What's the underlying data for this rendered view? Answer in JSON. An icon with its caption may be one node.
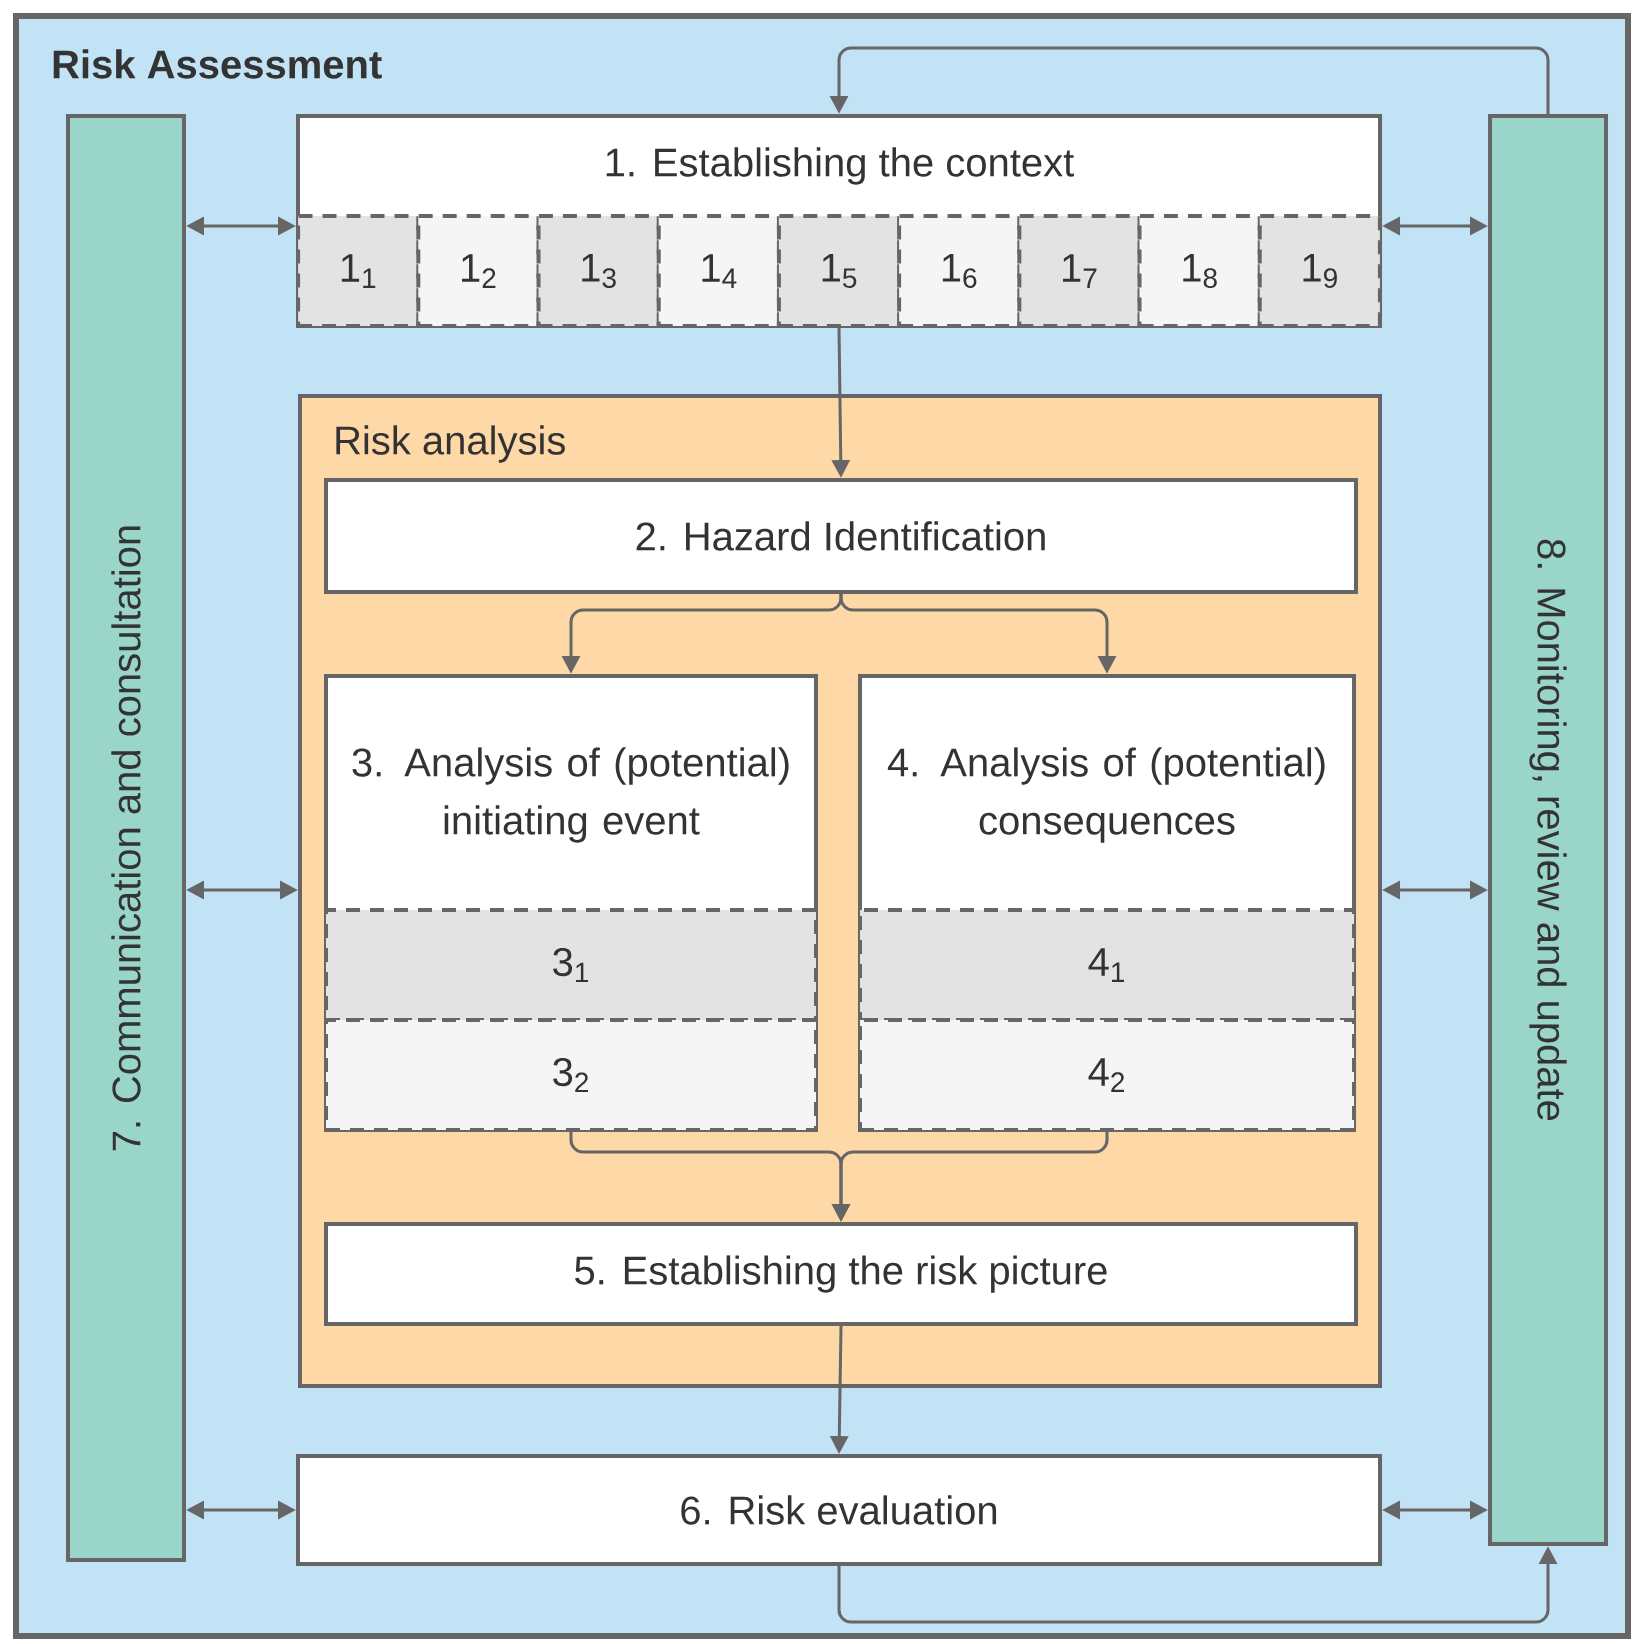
{
  "diagram": {
    "nodes": [
      {
        "text": [
          "Risk Assessment"
        ]
      },
      {
        "text": [
          "7. Communication and consultation"
        ],
        "in": 0
      },
      {
        "text": [
          "8. Monitoring, review and update"
        ],
        "in": 0
      },
      {
        "text": [
          "1. Establishing the context"
        ],
        "in": 0
      },
      {
        "text": [
          "1$_{1}$"
        ],
        "in": 3
      },
      {
        "text": [
          "1$_{2}$"
        ],
        "in": 3
      },
      {
        "text": [
          "1$_{3}$"
        ],
        "in": 3
      },
      {
        "text": [
          "1$_{4}$"
        ],
        "in": 3
      },
      {
        "text": [
          "1$_{5}$"
        ],
        "in": 3
      },
      {
        "text": [
          "1$_{6}$"
        ],
        "in": 3
      },
      {
        "text": [
          "1$_{7}$"
        ],
        "in": 3
      },
      {
        "text": [
          "1$_{8}$"
        ],
        "in": 3
      },
      {
        "text": [
          "1$_{9}$"
        ],
        "in": 3
      },
      {
        "text": [
          "Risk analysis"
        ],
        "in": 0
      },
      {
        "text": [
          "2. Hazard Identification"
        ],
        "in": 13
      },
      {
        "text": [
          "3. Analysis of (potential) initiating event"
        ],
        "in": 13
      },
      {
        "text": [
          "3$_{1}$"
        ],
        "in": 15
      },
      {
        "text": [
          "3$_{2}$"
        ],
        "in": 15
      },
      {
        "text": [
          "4. Analysis of (potential) consequences"
        ],
        "in": 13
      },
      {
        "text": [
          "4$_{1}$"
        ],
        "in": 18
      },
      {
        "text": [
          "4$_{2}$"
        ],
        "in": 18
      },
      {
        "text": [
          "5. Establishing the risk picture"
        ],
        "in": 13
      },
      {
        "text": [
          "6. Risk evaluation"
        ],
        "in": 0
      }
    ],
    "edges": [
      {
        "from": 1,
        "to": 3,
        "arrow": "both"
      },
      {
        "from": 1,
        "to": 13,
        "arrow": "both"
      },
      {
        "from": 1,
        "to": 22,
        "arrow": "both"
      },
      {
        "from": 2,
        "to": 3,
        "arrow": "both"
      },
      {
        "from": 2,
        "to": 13,
        "arrow": "both"
      },
      {
        "from": 2,
        "to": 22,
        "arrow": "both"
      },
      {
        "from": 2,
        "to": 3,
        "arrow": "to"
      },
      {
        "from": 3,
        "to": 14,
        "arrow": "to"
      },
      {
        "from": 14,
        "to": 15,
        "arrow": "to"
      },
      {
        "from": 14,
        "to": 18,
        "arrow": "to"
      },
      {
        "from": 15,
        "to": 21,
        "arrow": "to"
      },
      {
        "from": 18,
        "to": 21,
        "arrow": "to"
      },
      {
        "from": 21,
        "to": 22,
        "arrow": "to"
      },
      {
        "from": 22,
        "to": 2,
        "arrow": "to"
      }
    ]
  }
}
